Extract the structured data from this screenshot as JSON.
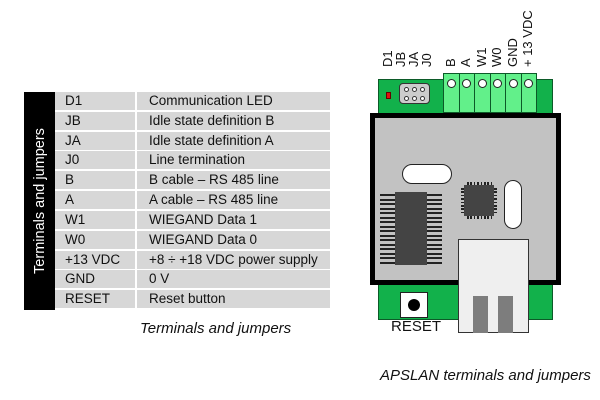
{
  "table": {
    "side_label": "Terminals and jumpers",
    "rows": [
      {
        "key": "D1",
        "value": "Communication LED"
      },
      {
        "key": "JB",
        "value": "Idle state definition B"
      },
      {
        "key": "JA",
        "value": "Idle state definition A"
      },
      {
        "key": "J0",
        "value": "Line termination"
      },
      {
        "key": "B",
        "value": "B cable – RS 485 line"
      },
      {
        "key": "A",
        "value": "A cable – RS 485 line"
      },
      {
        "key": "W1",
        "value": "WIEGAND Data 1"
      },
      {
        "key": "W0",
        "value": "WIEGAND Data 0"
      },
      {
        "key": "+13 VDC",
        "value": "+8 ÷ +18 VDC power supply"
      },
      {
        "key": "GND",
        "value": "0 V"
      },
      {
        "key": "RESET",
        "value": "Reset button"
      }
    ],
    "caption": "Terminals and jumpers"
  },
  "board": {
    "jumper_labels": [
      "D1",
      "JB",
      "JA",
      "J0"
    ],
    "terminal_labels": [
      "B",
      "A",
      "W1",
      "W0",
      "GND",
      "+ 13 VDC"
    ],
    "reset_label": "RESET",
    "caption": "APSLAN terminals and jumpers",
    "colors": {
      "pcb": "#12b14b",
      "terminal_block": "#62f08a",
      "case": "#c2c2c2",
      "led": "#e01010",
      "chip": "#444444"
    }
  }
}
